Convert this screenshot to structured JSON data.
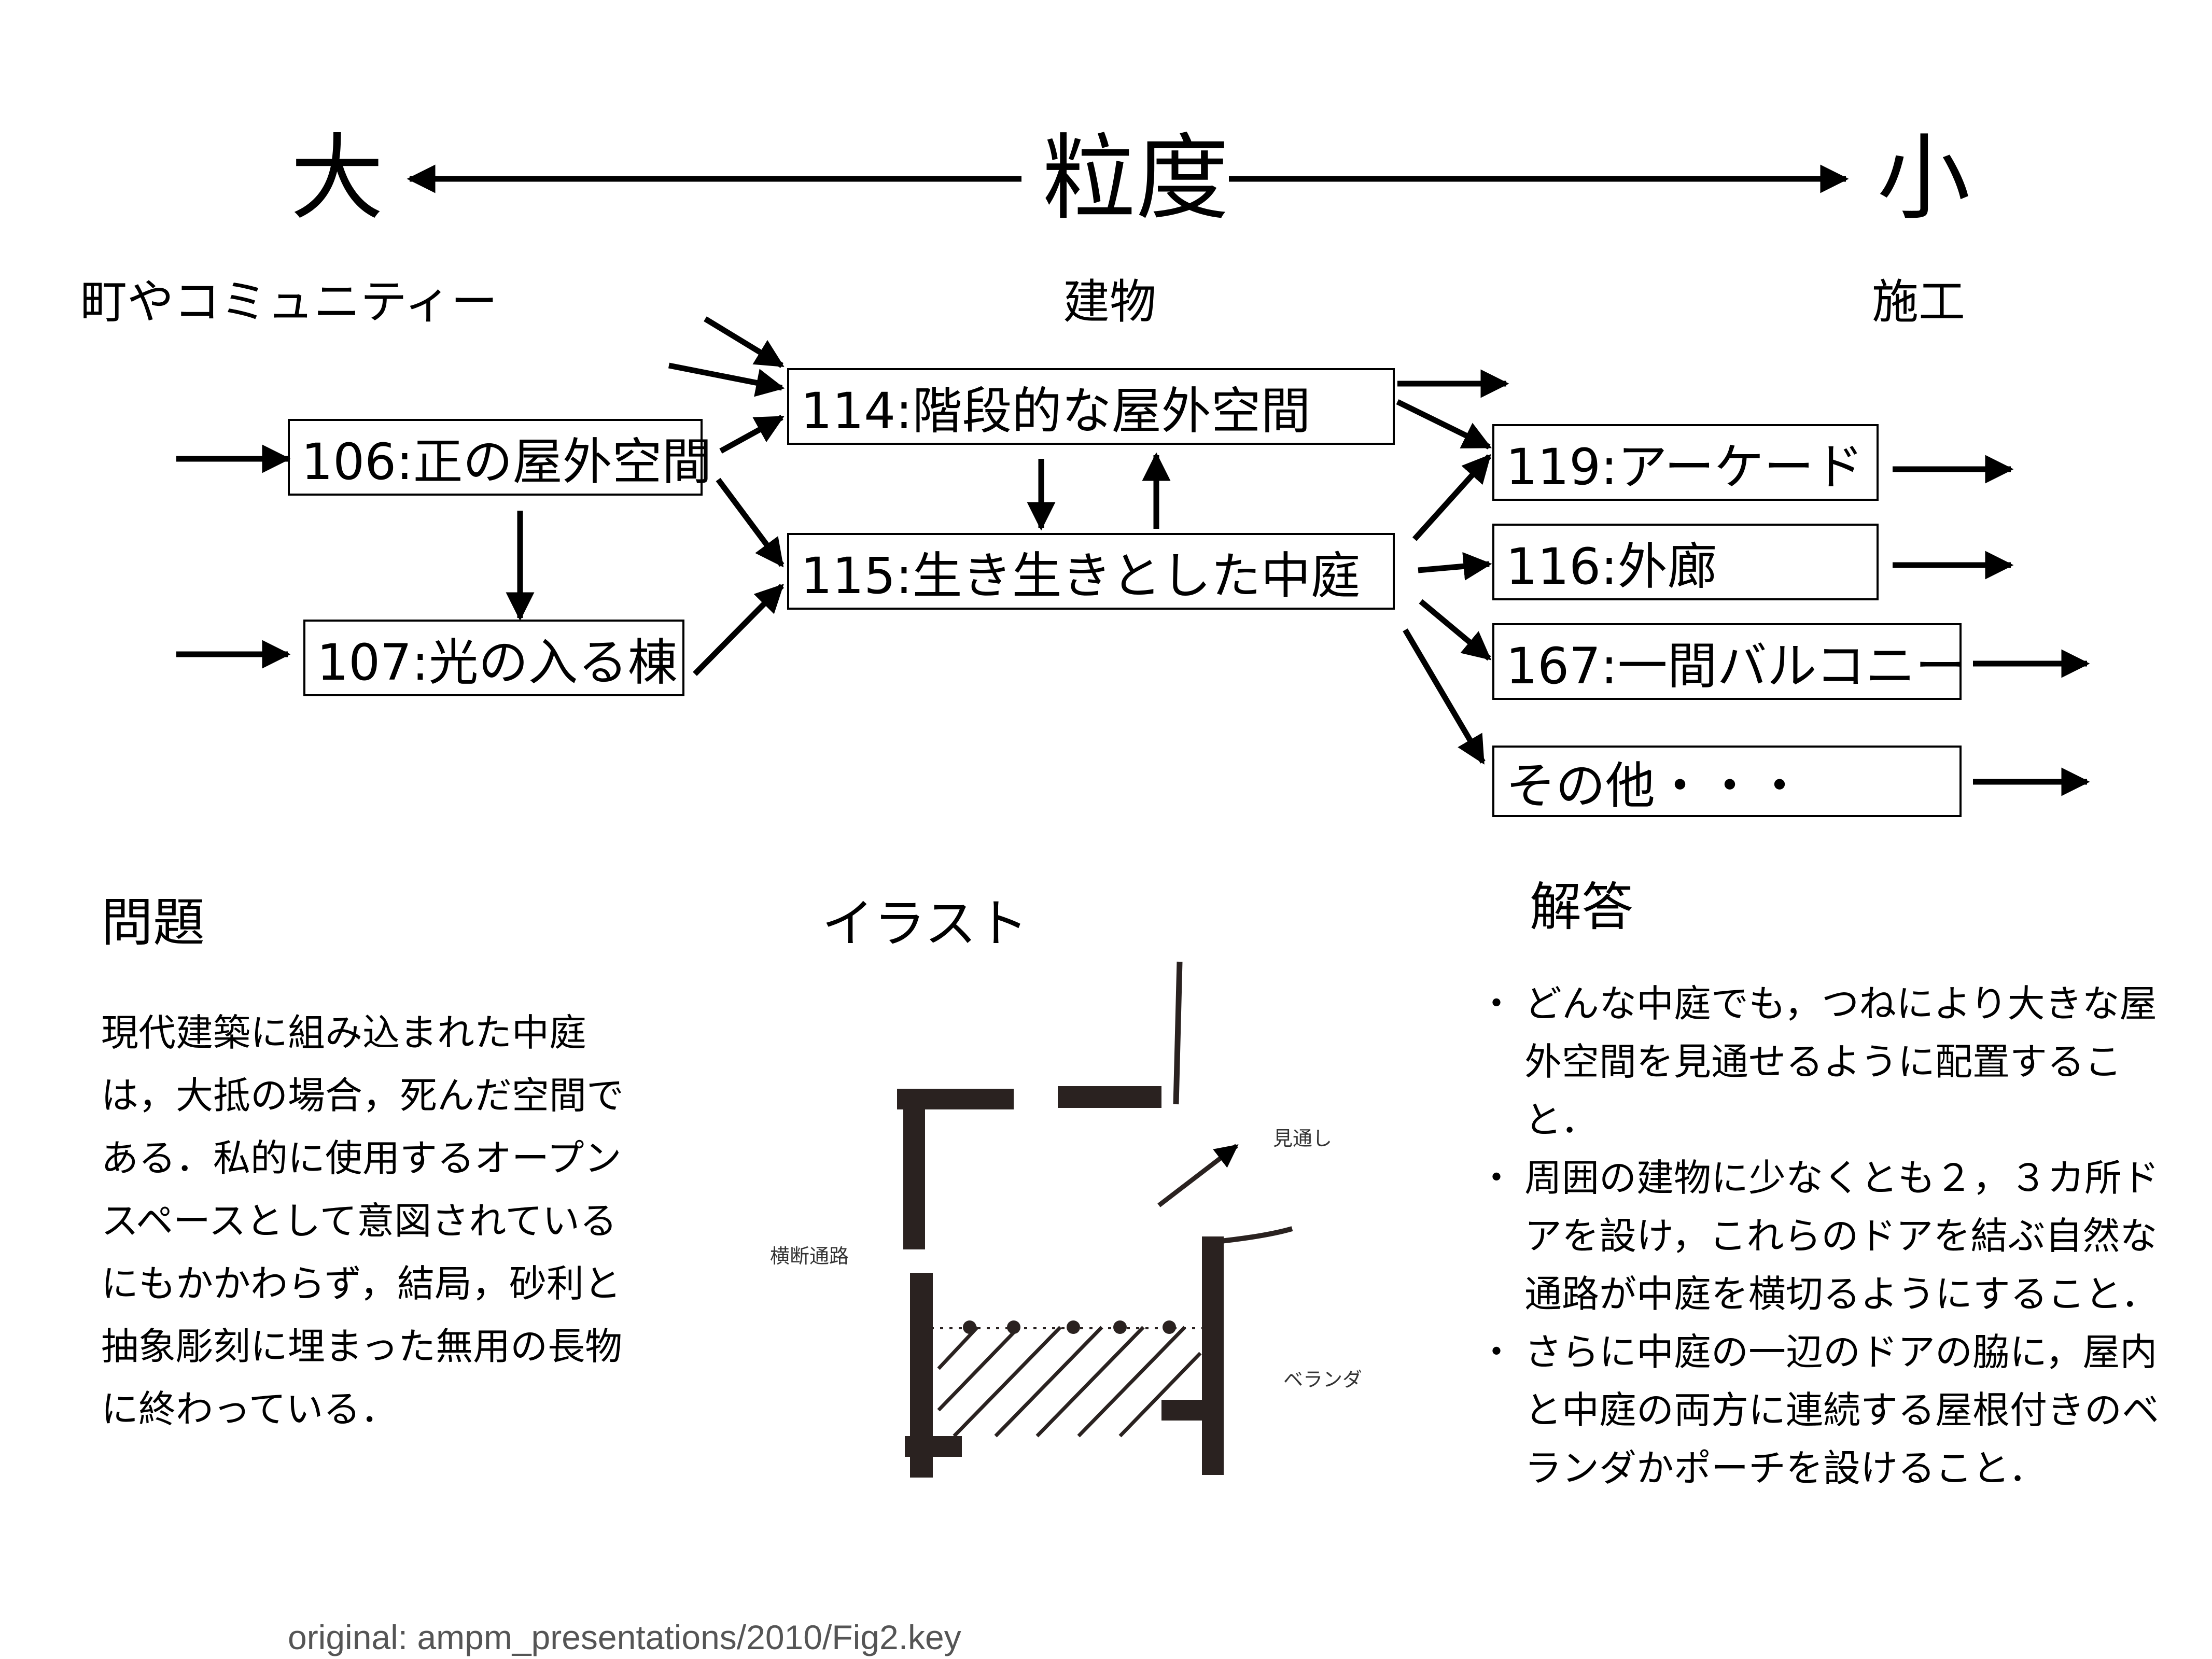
{
  "scale": {
    "large": "大",
    "title": "粒度",
    "small": "小"
  },
  "categories": {
    "community": "町やコミュニティー",
    "building": "建物",
    "construction": "施工"
  },
  "patterns": {
    "p106": "106:正の屋外空間",
    "p107": "107:光の入る棟",
    "p114": "114:階段的な屋外空間",
    "p115": "115:生き生きとした中庭",
    "p119": "119:アーケード",
    "p116": "116:外廊",
    "p167": "167:一間バルコニー",
    "other": "その他・・・"
  },
  "problem": {
    "heading": "問題",
    "text": "現代建築に組み込まれた中庭は，大抵の場合，死んだ空間である．私的に使用するオープンスペースとして意図されているにもかかわらず，結局，砂利と抽象彫刻に埋まった無用の長物に終わっている．"
  },
  "illustration": {
    "heading": "イラスト",
    "label_view": "見通し",
    "label_passage": "横断通路",
    "label_veranda": "ベランダ"
  },
  "solution": {
    "heading": "解答",
    "items": [
      "どんな中庭でも，つねにより大きな屋外空間を見通せるように配置すること．",
      "周囲の建物に少なくとも２，３カ所ドアを設け，これらのドアを結ぶ自然な通路が中庭を横切るようにすること．",
      "さらに中庭の一辺のドアの脇に，屋内と中庭の両方に連続する屋根付きのベランダかポーチを設けること．"
    ]
  },
  "footer": "original: ampm_presentations/2010/Fig2.key"
}
